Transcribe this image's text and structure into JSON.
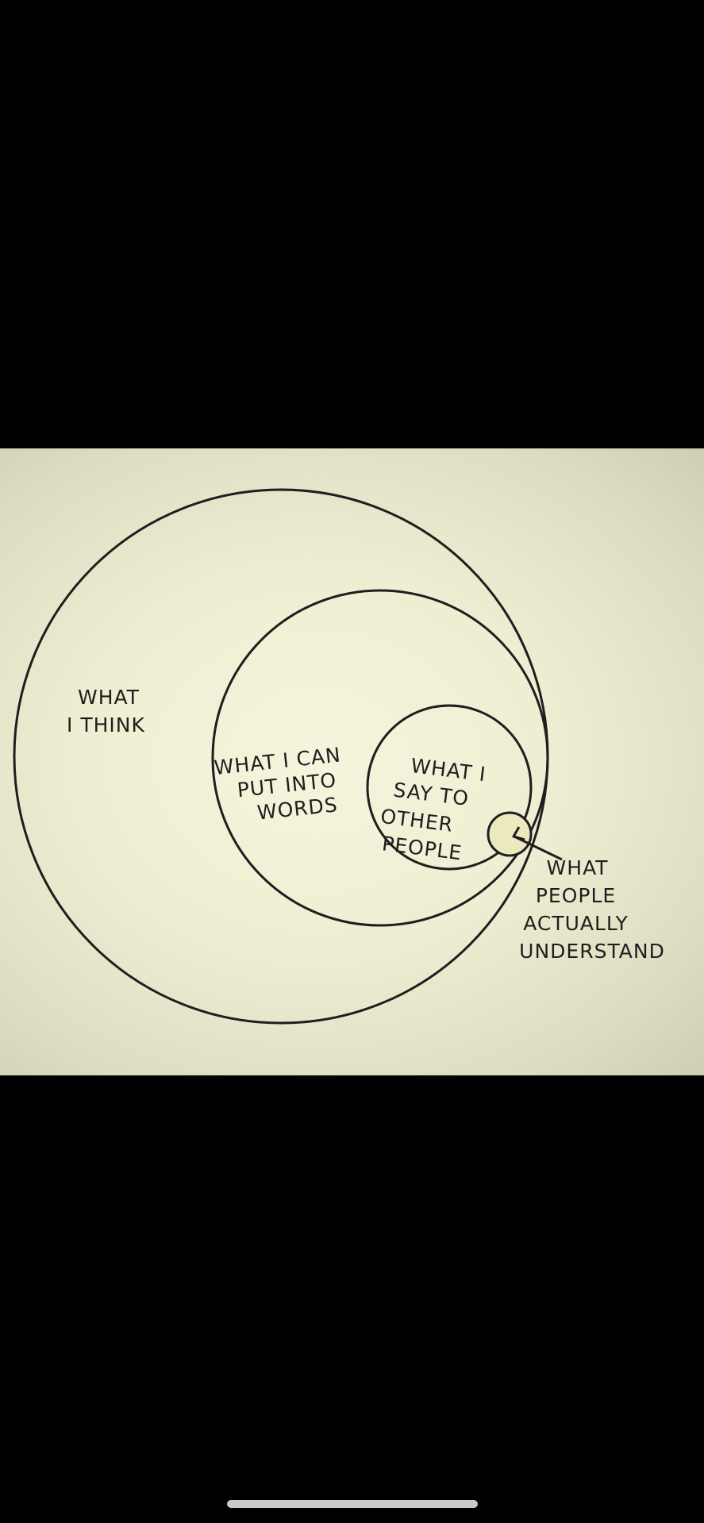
{
  "diagram": {
    "labels": {
      "what_i_think": [
        "WHAT",
        "I THINK"
      ],
      "put_into_words": [
        "WHAT I CAN",
        "PUT INTO",
        "WORDS"
      ],
      "say_to_others": [
        "WHAT I",
        "SAY TO",
        "OTHER",
        "PEOPLE"
      ],
      "people_understand": [
        "WHAT",
        "PEOPLE",
        "ACTUALLY",
        "UNDERSTAND"
      ]
    },
    "colors": {
      "paper": "#efedd1",
      "ink": "#1e1e1e",
      "small_circle_fill": "#ece9bf"
    }
  },
  "system": {
    "home_indicator": "home-indicator"
  }
}
